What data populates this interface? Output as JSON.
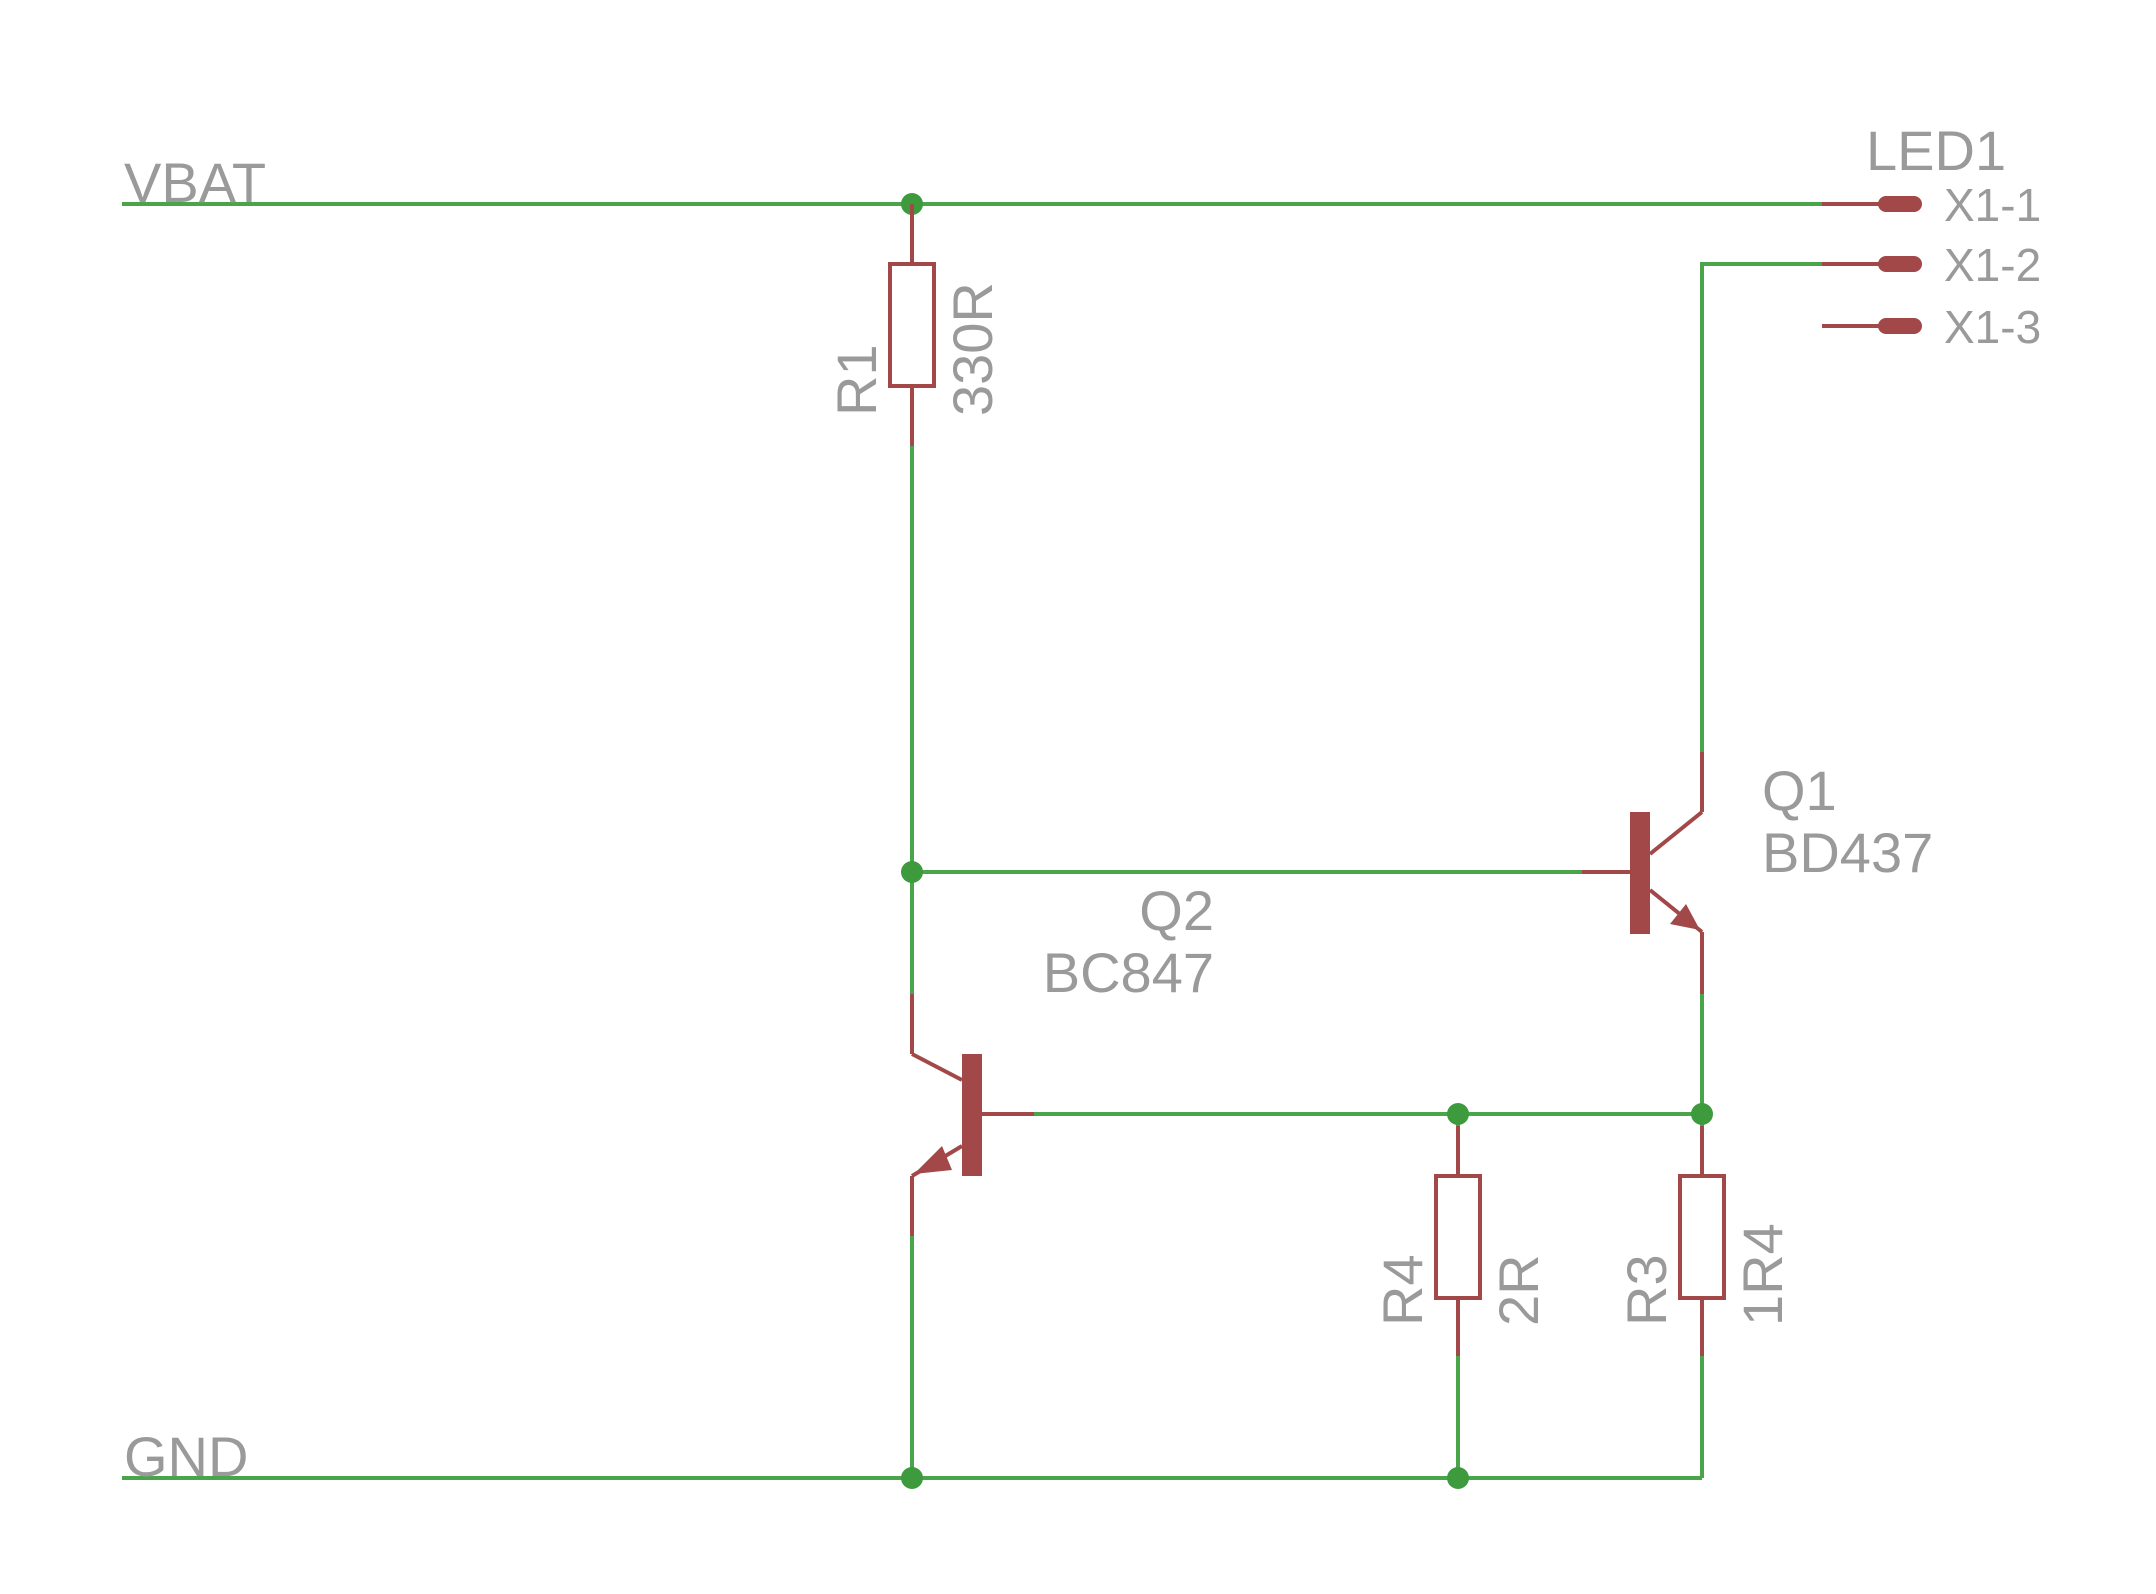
{
  "nets": {
    "vbat": "VBAT",
    "gnd": "GND"
  },
  "connector": {
    "name": "LED1",
    "pins": [
      "X1-1",
      "X1-2",
      "X1-3"
    ]
  },
  "components": {
    "r1": {
      "name": "R1",
      "value": "330R"
    },
    "r3": {
      "name": "R3",
      "value": "1R4"
    },
    "r4": {
      "name": "R4",
      "value": "2R"
    },
    "q1": {
      "name": "Q1",
      "value": "BD437"
    },
    "q2": {
      "name": "Q2",
      "value": "BC847"
    }
  },
  "colors": {
    "wire": "#4aa54a",
    "symbol": "#a34848",
    "junction": "#3d9a3d",
    "label": "#9a9a9a"
  }
}
